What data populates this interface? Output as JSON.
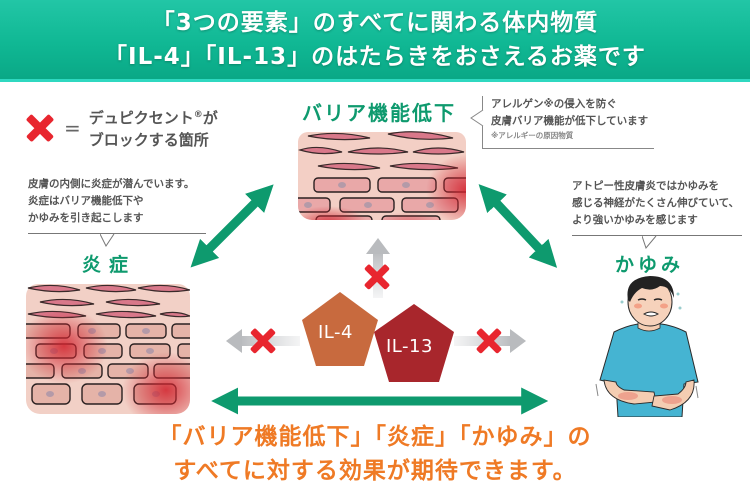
{
  "header": {
    "line1": "「3つの要素」のすべてに関わる体内物質",
    "line2": "「IL-4」「IL-13」のはたらきをおさえるお薬です"
  },
  "legend": {
    "icon": "red-x-icon",
    "equals": "=",
    "line1": "デュピクセント",
    "registered": "®",
    "line1_suffix": "が",
    "line2": "ブロックする箇所"
  },
  "sections": {
    "barrier": {
      "title": "バリア機能低下",
      "callout": {
        "line1": "アレルゲン※の侵入を防ぐ",
        "line2": "皮膚バリア機能が低下しています",
        "note": "※アレルギーの原因物質"
      }
    },
    "inflammation": {
      "title": "炎症",
      "callout": {
        "line1": "皮膚の内側に炎症が潜んでいます。",
        "line2": "炎症はバリア機能低下や",
        "line3": "かゆみを引き起こします"
      }
    },
    "itch": {
      "title": "かゆみ",
      "callout": {
        "line1": "アトピー性皮膚炎ではかゆみを",
        "line2": "感じる神経がたくさん伸びていて、",
        "line3": "より強いかゆみを感じます"
      }
    }
  },
  "center": {
    "il4": "IL-4",
    "il13": "IL-13"
  },
  "footer": {
    "line1": "「バリア機能低下」「炎症」「かゆみ」の",
    "line2": "すべてに対する効果が期待できます。"
  },
  "colors": {
    "header_green": "#10b894",
    "arrow_green": "#0e9a6e",
    "block_red": "#e8262f",
    "il4": "#c86a3e",
    "il13": "#a8262c",
    "footer_orange": "#ef7a25",
    "grey_arrow": "#bfc1c4",
    "shirt_blue": "#45b4d2"
  }
}
